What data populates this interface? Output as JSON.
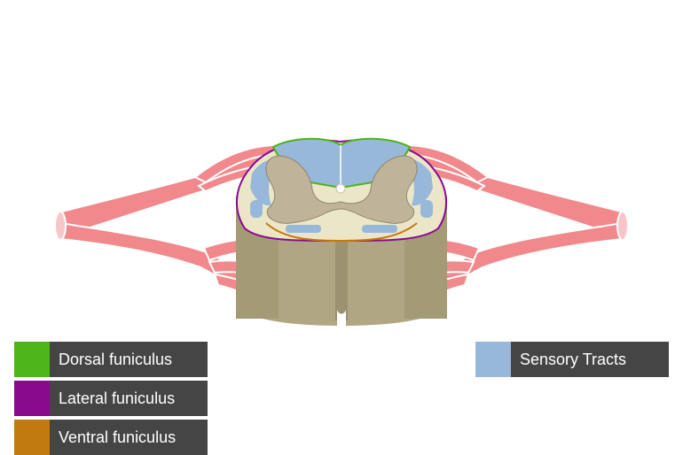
{
  "legend": {
    "dorsal": {
      "label": "Dorsal funiculus",
      "color": "#4db41a"
    },
    "lateral": {
      "label": "Lateral funiculus",
      "color": "#8a0a8e"
    },
    "ventral": {
      "label": "Ventral funiculus",
      "color": "#c07a10"
    },
    "sensory": {
      "label": "Sensory Tracts",
      "color": "#98b8da"
    }
  },
  "colors": {
    "nerve": "#f0888c",
    "nerve_light": "#f8c6c8",
    "cord_body": "#b0a683",
    "cord_shade": "#9c9170",
    "white_matter": "#ece6c8",
    "grey_matter": "#bfb49a",
    "sensory_tract": "#98b8da"
  }
}
